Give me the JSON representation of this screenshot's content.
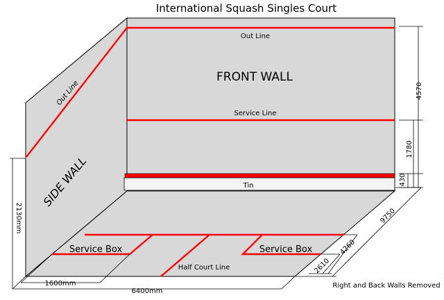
{
  "diagram": {
    "title": "International Squash Singles Court",
    "front_wall_label": "FRONT WALL",
    "side_wall_label": "SIDE WALL",
    "side_out_line_label": "Out Line",
    "front_out_line_label": "Out Line",
    "service_line_label": "Service Line",
    "tin_label": "Tin",
    "left_service_box_label": "Service Box",
    "right_service_box_label": "Service Box",
    "half_court_line_label": "Half Court Line",
    "footnote": "Right and Back Walls Removed",
    "dimensions": {
      "out_line_height": "4570",
      "service_line_height": "1780",
      "tin_height": "430",
      "side_wall_back_height": "2130mm",
      "court_length": "9750",
      "short_line_distance": "4260",
      "service_box_depth": "2610",
      "service_box_width": "1600mm",
      "court_width": "6400mm"
    },
    "colors": {
      "court_lines": "#ff0000",
      "walls": "#d8d8d8",
      "tin": "#f4f4f4"
    }
  }
}
